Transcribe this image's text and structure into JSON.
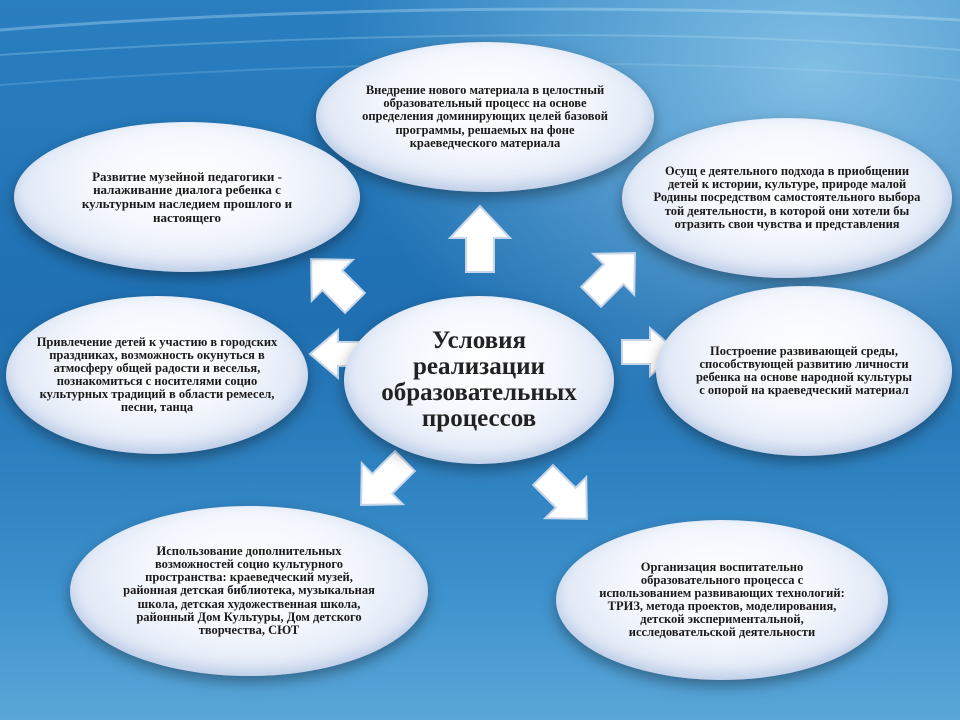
{
  "center": {
    "text": "Условия реализации образовательных процессов"
  },
  "nodes": [
    {
      "id": "top",
      "text": "Внедрение нового материала в целостный образовательный процесс на основе определения доминирующих целей базовой программы, решаемых на фоне краеведческого материала"
    },
    {
      "id": "top-left",
      "text": "Развитие музейной педагогики - налаживание диалога ребенка с культурным наследием прошлого и настоящего"
    },
    {
      "id": "top-right",
      "text": "Осущ е деятельного подхода в приобщении детей к истории, культуре, природе малой Родины посредством самостоятельного выбора той деятельности, в которой они хотели бы отразить свои чувства и представления"
    },
    {
      "id": "left",
      "text": "Привлечение детей к участию в городских праздниках, возможность окунуться в атмосферу общей радости и веселья, познакомиться с носителями социо культурных традиций в области ремесел, песни, танца"
    },
    {
      "id": "right",
      "text": "Построение развивающей среды, способствующей развитию личности ребенка на основе народной культуры с опорой на краеведческий материал"
    },
    {
      "id": "bottom-left",
      "text": "Использование дополнительных возможностей социо культурного пространства: краеведческий музей, районная детская библиотека, музыкальная школа, детская художественная школа, районный Дом Культуры, Дом детского творчества, СЮТ"
    },
    {
      "id": "bottom-right",
      "text": "Организация воспитательно образовательного процесса с использованием развивающих технологий: ТРИЗ, метода проектов, моделирования, детской экспериментальной, исследовательской деятельности"
    }
  ],
  "colors": {
    "bg_dark": "#0f4f8c",
    "bg_light": "#9fd0ef",
    "arrow_fill": "#ffffff"
  }
}
